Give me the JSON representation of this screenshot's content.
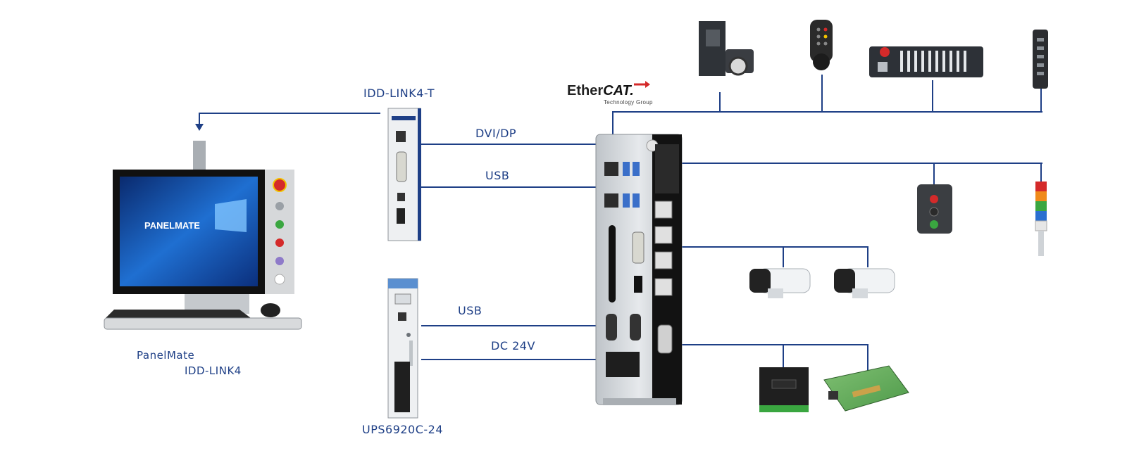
{
  "labels": {
    "panel_name": "PanelMate",
    "panel_model": "IDD-LINK4",
    "extender_model": "IDD-LINK4-T",
    "ups_model": "UPS6920C-24",
    "conn_dvi": "DVI/DP",
    "conn_usb_top": "USB",
    "conn_usb_bottom": "USB",
    "conn_power": "DC 24V",
    "bus_logo": "EtherCAT.",
    "bus_logo_prefix": "Ether",
    "bus_logo_suffix": "CAT.",
    "bus_logo_sub": "Technology Group",
    "screen_brand": "PANELMATE"
  },
  "colors": {
    "line": "#1e3f86",
    "accent_red": "#d42a2a"
  },
  "devices": [
    "panel-pc",
    "link-transmitter",
    "ups-module",
    "ethercat-controller",
    "servo-drive",
    "handwheel-pendant",
    "operator-keyboard",
    "io-module",
    "control-box",
    "signal-tower",
    "camera-1",
    "camera-2",
    "io-board-1",
    "io-board-2"
  ]
}
